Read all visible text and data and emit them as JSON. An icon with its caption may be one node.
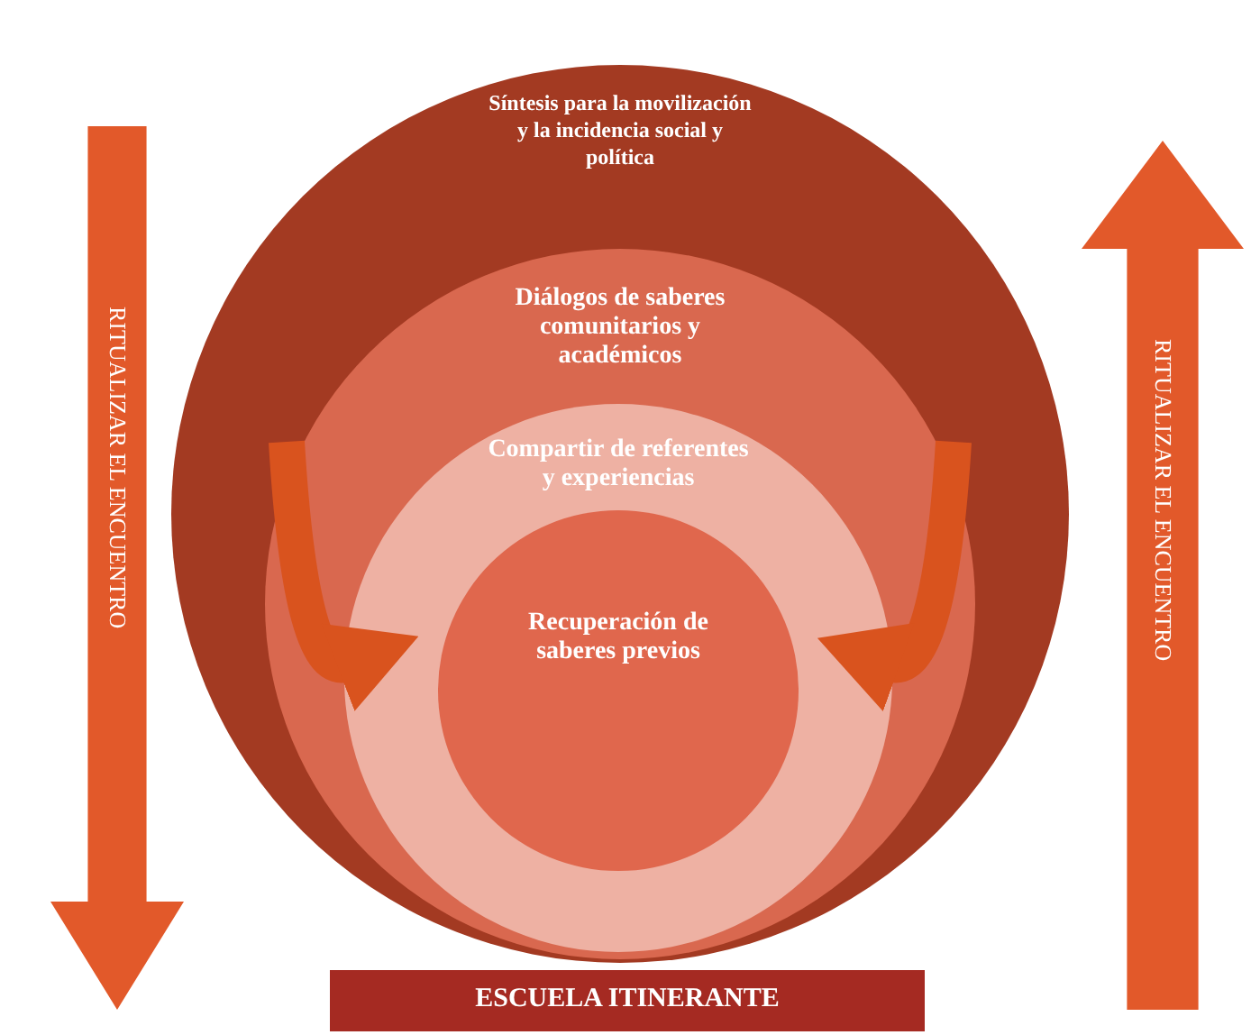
{
  "diagram": {
    "nodes": [
      {
        "text": [
          "Síntesis para la movilización y la incidencia social y política"
        ]
      },
      {
        "text": [
          "Diálogos de saberes comunitarios y académicos"
        ],
        "in": 0
      },
      {
        "text": [
          "Compartir de referentes y experiencias"
        ],
        "in": 1
      },
      {
        "text": [
          "Recuperación de saberes previos"
        ],
        "in": 2
      },
      {
        "text": [
          "RITUALIZAR EL ENCUENTRO"
        ]
      },
      {
        "text": [
          "RITUALIZAR EL ENCUENTRO"
        ]
      },
      {
        "text": [
          "ESCUELA ITINERANTE"
        ]
      }
    ],
    "edges": [
      {
        "from": 1,
        "to": 3,
        "arrow": "to"
      },
      {
        "from": 1,
        "to": 3,
        "arrow": "to"
      }
    ]
  }
}
